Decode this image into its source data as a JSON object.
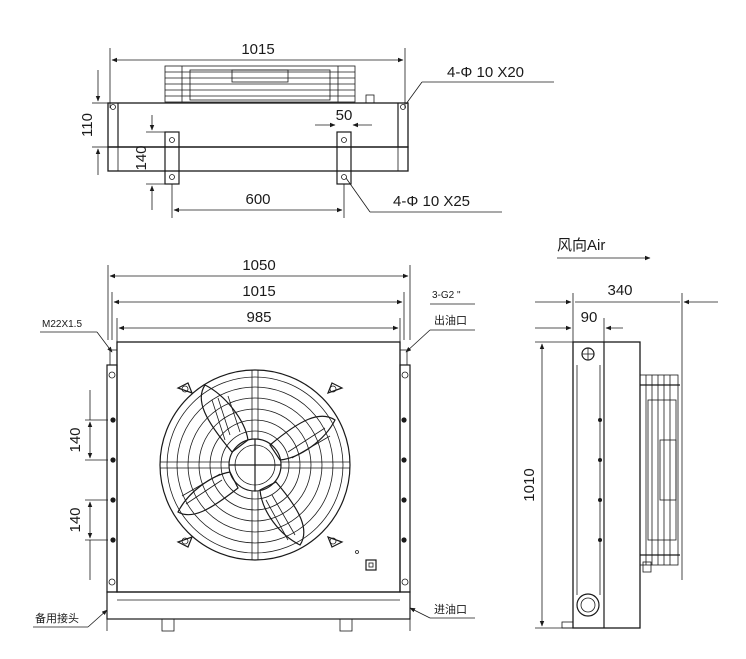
{
  "top_view": {
    "width_dim": "1015",
    "hole_note_top": "4-Φ 10 X20",
    "height_dim_110": "110",
    "height_dim_140": "140",
    "spacing_50": "50",
    "spacing_600": "600",
    "hole_note_bottom": "4-Φ 10 X25"
  },
  "front_view": {
    "dim_1050": "1050",
    "dim_1015": "1015",
    "dim_985": "985",
    "port_thread": "M22X1.5",
    "port_note": "3-G2 \"",
    "oil_outlet": "出油口",
    "oil_inlet": "进油口",
    "spare_joint": "备用接头",
    "pitch_140_a": "140",
    "pitch_140_b": "140"
  },
  "side_view": {
    "airflow_label": "风向Air",
    "dim_340": "340",
    "dim_90": "90",
    "dim_1010": "1010"
  }
}
